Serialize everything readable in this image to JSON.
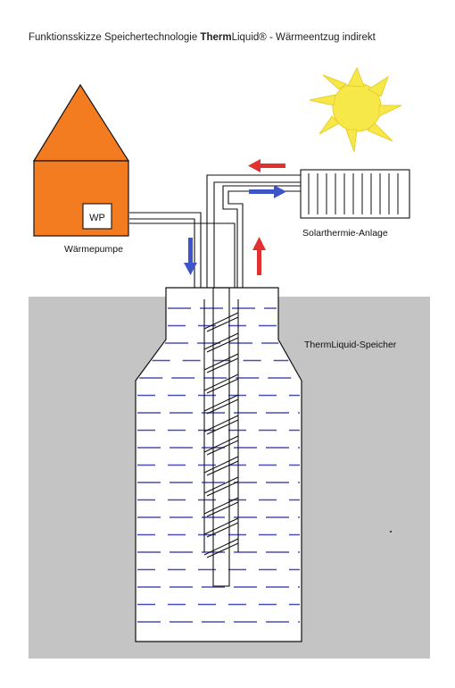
{
  "title": {
    "prefix": "Funktionsskizze Speichertechnologie ",
    "brand_bold": "Therm",
    "brand_rest": "Liquid®",
    "suffix": " - Wärmeentzug indirekt"
  },
  "labels": {
    "heat_pump_box": "WP",
    "heat_pump": "Wärmepumpe",
    "solar": "Solarthermie-Anlage",
    "storage": "ThermLiquid-Speicher"
  },
  "colors": {
    "house_fill": "#f47c20",
    "sun": "#f7e84a",
    "ground": "#c4c4c4",
    "water_line": "#4a4fb5",
    "arrow_blue": "#3d55c8",
    "arrow_red": "#e03030"
  }
}
